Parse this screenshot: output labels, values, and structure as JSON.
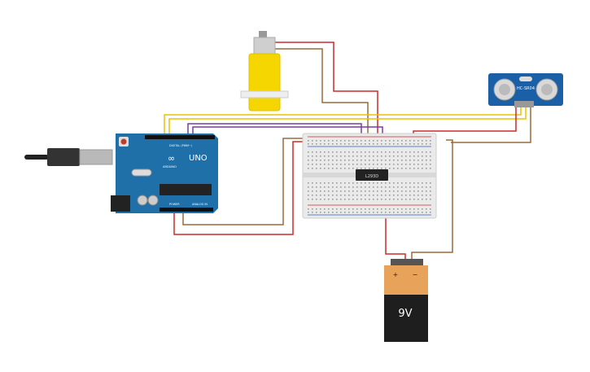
{
  "arduino": {
    "board_name": "UNO",
    "brand": "ARDUINO",
    "digital_label": "DIGITAL (PWM~)",
    "power_label": "POWER",
    "analog_label": "ANALOG IN",
    "color": "#1f6fa8"
  },
  "sensor": {
    "label": "HC-SR04",
    "color": "#1b5fa7"
  },
  "driver_chip": {
    "label": "L293D"
  },
  "battery": {
    "label": "9V",
    "plus": "+",
    "minus": "−"
  },
  "motor": {
    "color": "#f5d600"
  },
  "wire_colors": {
    "red": "#cc2b2b",
    "brown": "#9a6a3a",
    "yellow": "#e8c400",
    "purple": "#7a3aa8",
    "blue": "#2f5fc4",
    "orange": "#e07a1e"
  }
}
